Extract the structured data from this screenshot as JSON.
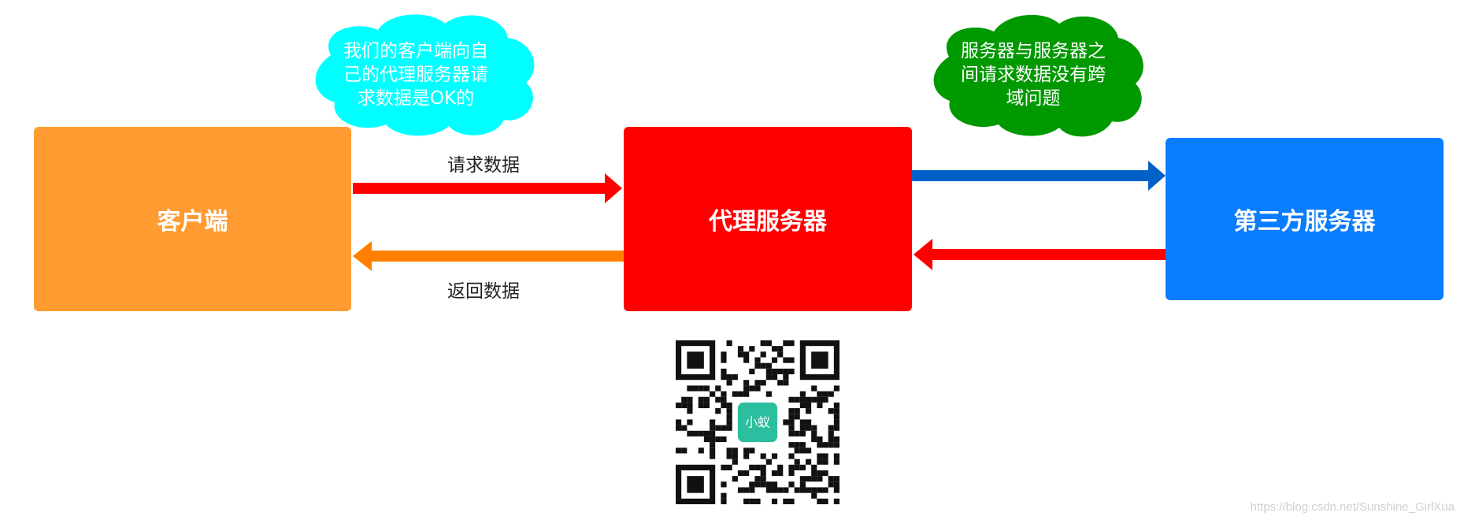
{
  "colors": {
    "client": "#ff9b30",
    "proxy": "#ff0000",
    "third_party": "#0a7cff",
    "arrow_request": "#ff0000",
    "arrow_return": "#ff8000",
    "arrow_forward": "#0060c8",
    "arrow_back": "#ff0000",
    "note_left": "#00ffff",
    "note_right": "#009900"
  },
  "nodes": {
    "client": "客户端",
    "proxy": "代理服务器",
    "third_party": "第三方服务器"
  },
  "edges": {
    "request_label": "请求数据",
    "return_label": "返回数据"
  },
  "notes": {
    "left": "我们的客户端向自\n己的代理服务器请\n求数据是OK的",
    "right": "服务器与服务器之\n间请求数据没有跨\n域问题"
  },
  "qr_center_text": "小蚁",
  "watermark": "https://blog.csdn.net/Sunshine_GirlXua"
}
